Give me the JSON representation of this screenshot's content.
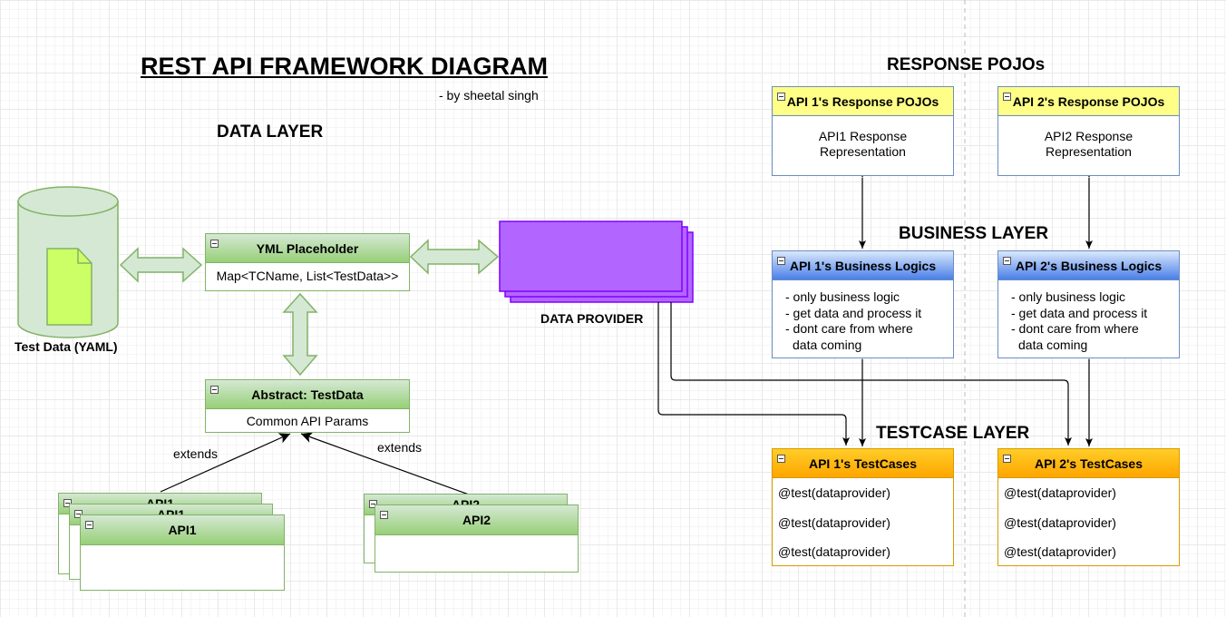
{
  "title": "REST API FRAMEWORK DIAGRAM",
  "subtitle": "- by sheetal singh",
  "layers": {
    "data": "DATA LAYER",
    "response": "RESPONSE POJOs",
    "business": "BUSINESS LAYER",
    "testcase": "TESTCASE LAYER"
  },
  "test_data_label": "Test Data (YAML)",
  "data_provider_label": "DATA PROVIDER",
  "yml_placeholder": {
    "title": "YML Placeholder",
    "body": "Map<TCName, List<TestData>>"
  },
  "abstract_testdata": {
    "title": "Abstract: TestData",
    "body": "Common API Params"
  },
  "extends_left": "extends",
  "extends_right": "extends",
  "api1_stack": {
    "back1": "API1",
    "back2": "API1",
    "front": "API1"
  },
  "api2_stack": {
    "back": "API2",
    "front": "API2"
  },
  "response_pojos": [
    {
      "title": "API 1's Response POJOs",
      "body_line1": "API1 Response",
      "body_line2": "Representation"
    },
    {
      "title": "API 2's Response POJOs",
      "body_line1": "API2 Response",
      "body_line2": "Representation"
    }
  ],
  "business_logics": [
    {
      "title": "API 1's Business Logics",
      "lines": [
        "- only business logic",
        "- get data and process it",
        "- dont care from where",
        "  data coming"
      ]
    },
    {
      "title": "API 2's Business Logics",
      "lines": [
        "- only business logic",
        "- get data and process it",
        "- dont care from where",
        "  data coming"
      ]
    }
  ],
  "testcases": [
    {
      "title": "API 1's TestCases",
      "rows": [
        "@test(dataprovider)",
        "@test(dataprovider)",
        "@test(dataprovider)"
      ]
    },
    {
      "title": "API 2's TestCases",
      "rows": [
        "@test(dataprovider)",
        "@test(dataprovider)",
        "@test(dataprovider)"
      ]
    }
  ],
  "colors": {
    "green_fill": "#d5e8d4",
    "green_stroke": "#82b366",
    "purple_fill": "#b266ff",
    "purple_stroke": "#7f00ff",
    "yellow_header": "#ffff88",
    "blue_header": "#4a7fe8",
    "orange_header": "#ffa500",
    "doc_fill": "#ccff66"
  }
}
